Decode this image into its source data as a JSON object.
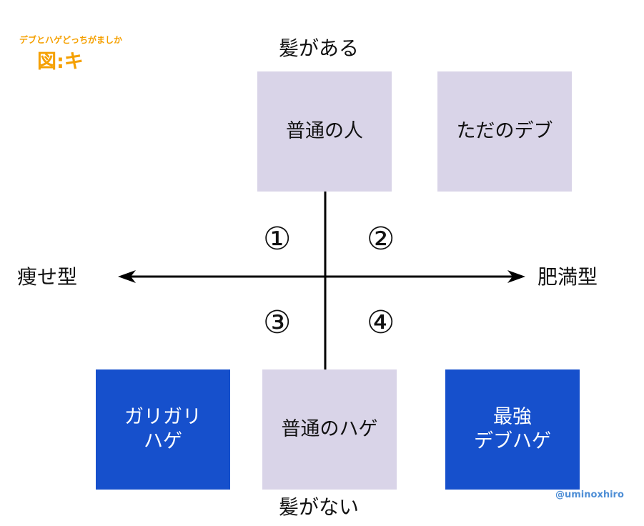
{
  "header": {
    "subtitle": "デブとハゲどっちがましか",
    "figure_label": "図:キ",
    "accent_color": "#f5a000"
  },
  "axes": {
    "top": "髪がある",
    "bottom": "髪がない",
    "left": "痩せ型",
    "right": "肥満型"
  },
  "quadrants": [
    "①",
    "②",
    "③",
    "④"
  ],
  "boxes": {
    "normal_person": "普通の人",
    "just_fat": "ただのデブ",
    "skinny_bald": "ガリガリ\nハゲ",
    "normal_bald": "普通のハゲ",
    "strongest_fat_bald": "最強\nデブハゲ"
  },
  "colors": {
    "light_box": "#d9d4e8",
    "dark_box": "#1650cc",
    "watermark": "#4f8fd6"
  },
  "watermark": "@uminoxhiro"
}
